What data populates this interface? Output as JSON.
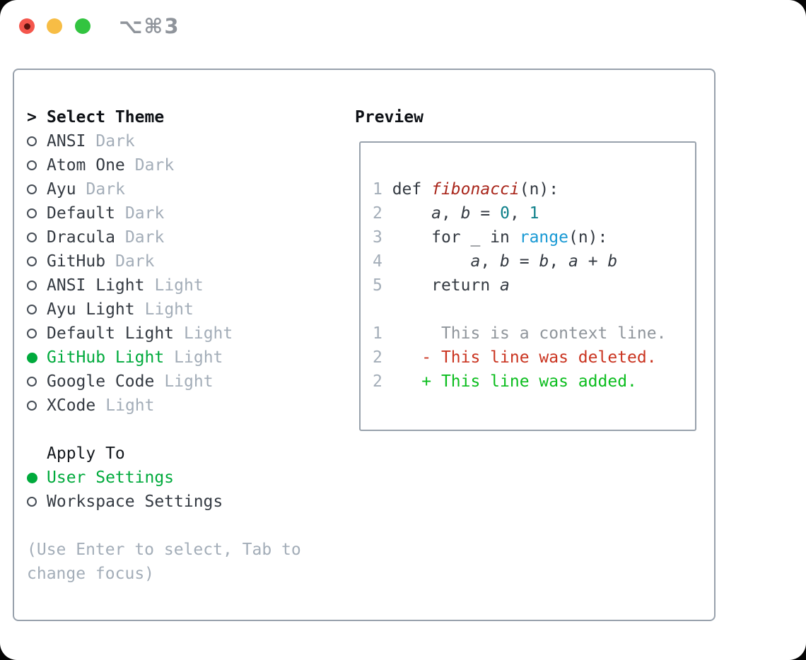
{
  "window": {
    "title": "⌥⌘3"
  },
  "colors": {
    "selection_green": "#00aa3c",
    "added_green": "#0bbd1e",
    "deleted_red": "#ca3420",
    "function_red": "#a9261b",
    "number_teal": "#0e808a",
    "builtin_blue": "#1899d4",
    "muted_gray": "#a3adb8",
    "border_gray": "#98a1ac",
    "traffic_close": "#f4564c",
    "traffic_min": "#f7bd45",
    "traffic_zoom": "#32c440"
  },
  "theme_panel": {
    "heading_prefix": ">",
    "heading": "Select Theme",
    "items": [
      {
        "name": "ANSI",
        "variant": "Dark",
        "selected": false
      },
      {
        "name": "Atom One",
        "variant": "Dark",
        "selected": false
      },
      {
        "name": "Ayu",
        "variant": "Dark",
        "selected": false
      },
      {
        "name": "Default",
        "variant": "Dark",
        "selected": false
      },
      {
        "name": "Dracula",
        "variant": "Dark",
        "selected": false
      },
      {
        "name": "GitHub",
        "variant": "Dark",
        "selected": false
      },
      {
        "name": "ANSI Light",
        "variant": "Light",
        "selected": false
      },
      {
        "name": "Ayu Light",
        "variant": "Light",
        "selected": false
      },
      {
        "name": "Default Light",
        "variant": "Light",
        "selected": false
      },
      {
        "name": "GitHub Light",
        "variant": "Light",
        "selected": true
      },
      {
        "name": "Google Code",
        "variant": "Light",
        "selected": false
      },
      {
        "name": "XCode",
        "variant": "Light",
        "selected": false
      }
    ],
    "apply_heading": "Apply To",
    "apply_items": [
      {
        "name": "User Settings",
        "selected": true
      },
      {
        "name": "Workspace Settings",
        "selected": false
      }
    ],
    "hint_line1": "(Use Enter to select, Tab to",
    "hint_line2": "change focus)"
  },
  "preview": {
    "heading": "Preview",
    "lines": [
      {
        "num": "1",
        "segments": [
          {
            "t": " def ",
            "c": "code"
          },
          {
            "t": "fibonacci",
            "c": "func"
          },
          {
            "t": "(n):",
            "c": "code"
          }
        ]
      },
      {
        "num": "2",
        "segments": [
          {
            "t": "     ",
            "c": "code"
          },
          {
            "t": "a",
            "c": "var"
          },
          {
            "t": ", ",
            "c": "code"
          },
          {
            "t": "b",
            "c": "var"
          },
          {
            "t": " = ",
            "c": "code"
          },
          {
            "t": "0",
            "c": "numlit"
          },
          {
            "t": ", ",
            "c": "code"
          },
          {
            "t": "1",
            "c": "numlit"
          }
        ]
      },
      {
        "num": "3",
        "segments": [
          {
            "t": "     for _ in ",
            "c": "code"
          },
          {
            "t": "range",
            "c": "builtin"
          },
          {
            "t": "(n):",
            "c": "code"
          }
        ]
      },
      {
        "num": "4",
        "segments": [
          {
            "t": "         ",
            "c": "code"
          },
          {
            "t": "a",
            "c": "var"
          },
          {
            "t": ", ",
            "c": "code"
          },
          {
            "t": "b",
            "c": "var"
          },
          {
            "t": " = ",
            "c": "code"
          },
          {
            "t": "b",
            "c": "var"
          },
          {
            "t": ", ",
            "c": "code"
          },
          {
            "t": "a",
            "c": "var"
          },
          {
            "t": " + ",
            "c": "code"
          },
          {
            "t": "b",
            "c": "var"
          }
        ]
      },
      {
        "num": "5",
        "segments": [
          {
            "t": "     return ",
            "c": "code"
          },
          {
            "t": "a",
            "c": "var"
          }
        ]
      },
      {
        "num": "",
        "segments": []
      },
      {
        "num": "1",
        "segments": [
          {
            "t": "      This is a context line.",
            "c": "ctx"
          }
        ]
      },
      {
        "num": "2",
        "segments": [
          {
            "t": "    ",
            "c": "code"
          },
          {
            "t": "- This line was deleted.",
            "c": "del"
          }
        ]
      },
      {
        "num": "2",
        "segments": [
          {
            "t": "    ",
            "c": "code"
          },
          {
            "t": "+ This line was added.",
            "c": "add"
          }
        ]
      }
    ]
  }
}
